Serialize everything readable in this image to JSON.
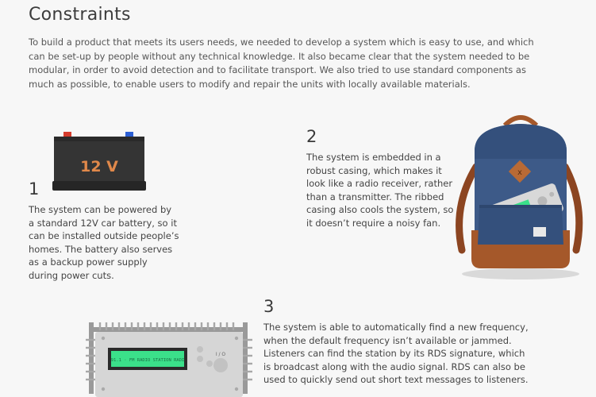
{
  "title": "Constraints",
  "intro": "To build a product that meets its users needs, we needed to develop a system which is easy to use, and which can be set-up by people without any technical knowledge. It also became clear that the system needed to be modular, in order to avoid detection and to facilitate transport. We also tried to use standard components as much as possible, to enable users to modify and repair the units with locally available materials.",
  "sections": [
    {
      "number": "1",
      "text": "The system can be powered by a standard 12V car battery, so it can be installed outside people’s homes. The battery also serves as a backup power supply during power cuts.",
      "image_label": "12 V"
    },
    {
      "number": "2",
      "text": "The system is embedded in a robust casing, which makes it look like a radio receiver, rather than a transmitter. The ribbed casing also cools the system, so it doesn’t require a noisy fan."
    },
    {
      "number": "3",
      "text": "The system is able to automatically find a new frequency, when the default frequency isn’t available or jammed. Listeners can find the station by its RDS signature, which is broadcast along with the audio signal. RDS can also be used to quickly send out short text messages to listeners.",
      "display_text": "91.1 · FM RADIO STATION RADI",
      "knob_label": "I / O"
    }
  ],
  "colors": {
    "battery_body": "#333333",
    "battery_label": "#e0884a",
    "terminal_pos": "#d43b2c",
    "terminal_neg": "#2c5fd4",
    "backpack_blue": "#3d5a88",
    "backpack_leather": "#a5582a",
    "screen_green": "#3be08a"
  }
}
